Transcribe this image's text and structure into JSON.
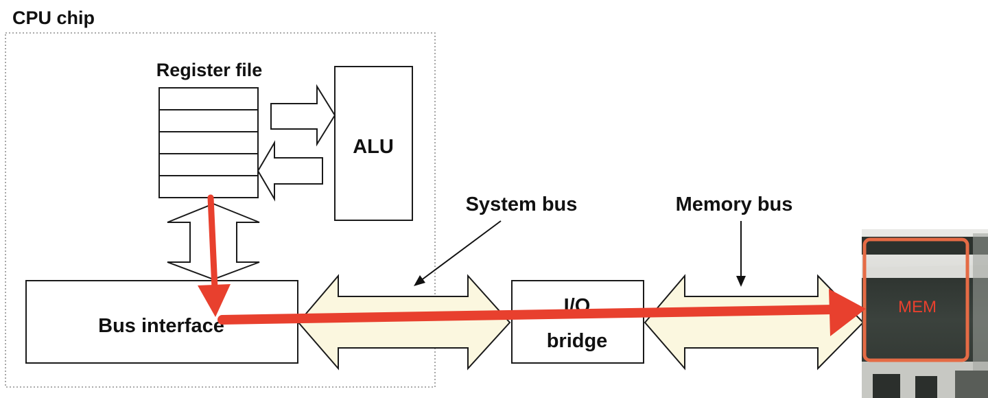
{
  "diagram": {
    "cpu_chip_label": "CPU chip",
    "register_file_label": "Register file",
    "alu_label": "ALU",
    "system_bus_label": "System bus",
    "memory_bus_label": "Memory bus",
    "bus_interface_label": "Bus interface",
    "io_bridge_line1": "I/O",
    "io_bridge_line2": "bridge",
    "mem_label": "MEM"
  },
  "colors": {
    "highlight_arrow": "#e8402e",
    "mem_border": "#e56b45",
    "mem_text": "#e8402e",
    "bus_fill": "#fbf7df",
    "mem_screen": "#353b36"
  }
}
